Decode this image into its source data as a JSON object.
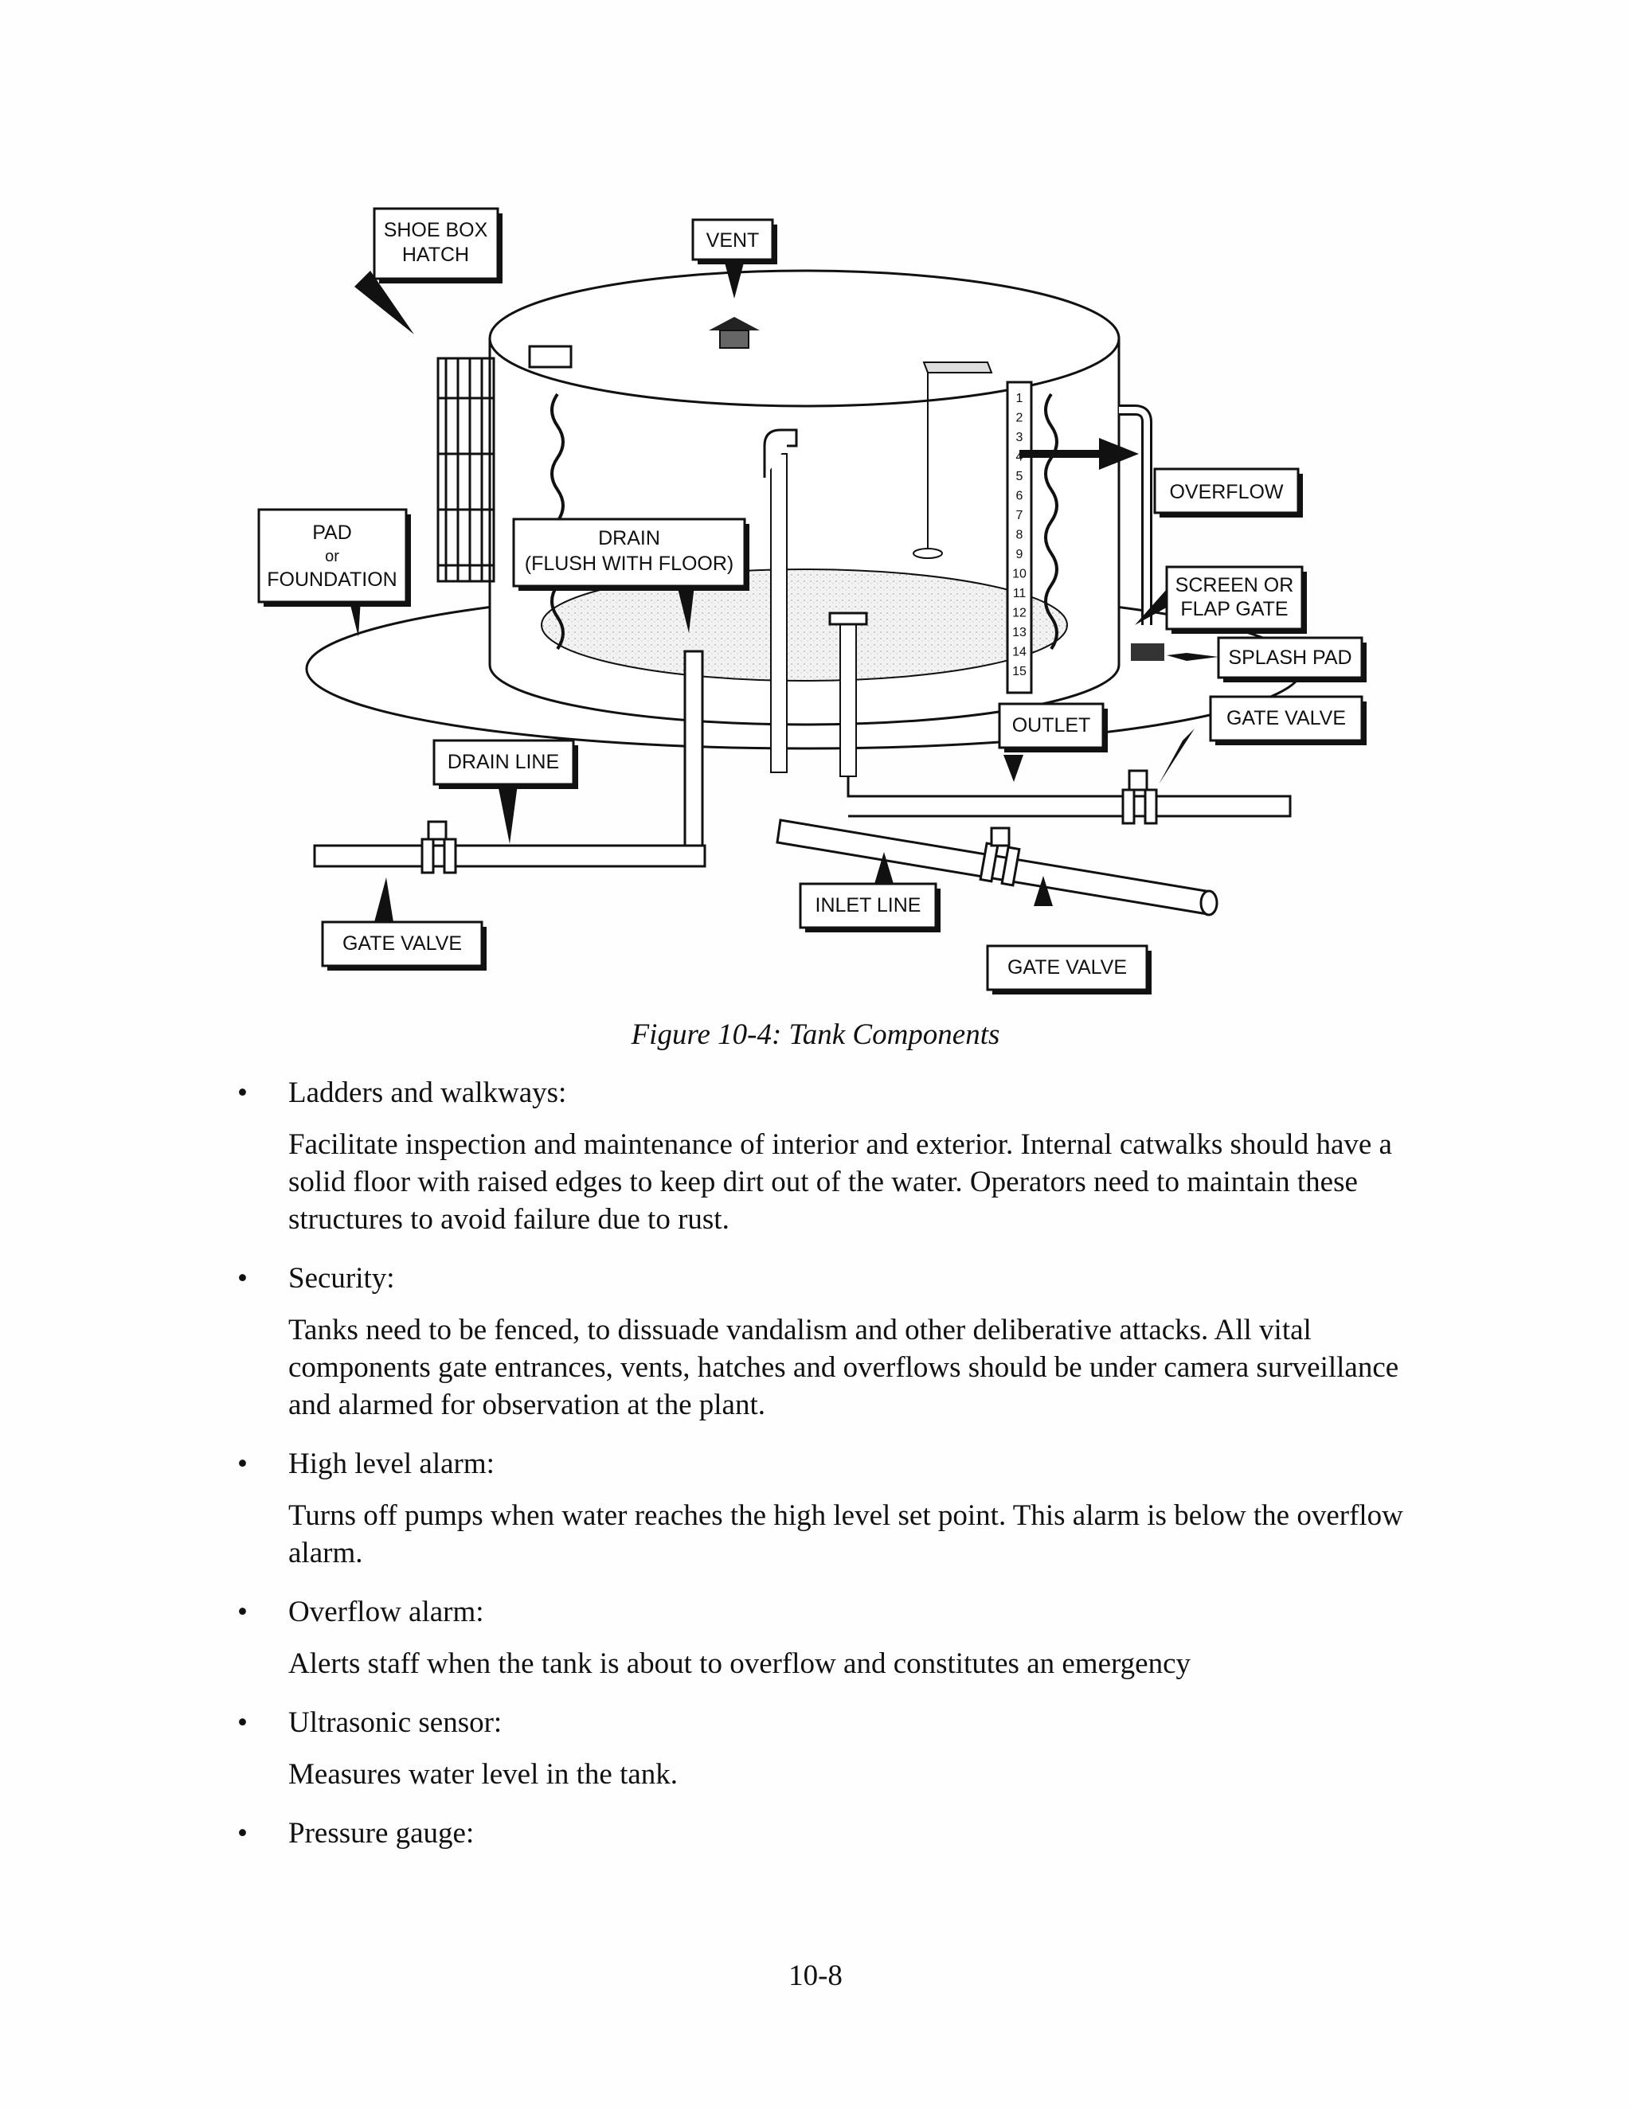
{
  "figure": {
    "labels": {
      "shoe_box_hatch_1": "SHOE BOX",
      "shoe_box_hatch_2": "HATCH",
      "vent": "VENT",
      "overflow": "OVERFLOW",
      "pad_1": "PAD",
      "pad_2": "or",
      "pad_3": "FOUNDATION",
      "drain_1": "DRAIN",
      "drain_2": "(FLUSH WITH FLOOR)",
      "screen_1": "SCREEN OR",
      "screen_2": "FLAP GATE",
      "splash_pad": "SPLASH PAD",
      "gate_valve_right": "GATE VALVE",
      "outlet": "OUTLET",
      "drain_line": "DRAIN LINE",
      "inlet_line": "INLET LINE",
      "gate_valve_left": "GATE VALVE",
      "gate_valve_bottom": "GATE VALVE",
      "gauge_numbers": [
        "1",
        "2",
        "3",
        "4",
        "5",
        "6",
        "7",
        "8",
        "9",
        "10",
        "11",
        "12",
        "13",
        "14",
        "15"
      ]
    },
    "caption": "Figure 10-4: Tank Components"
  },
  "items": [
    {
      "term": "Ladders and walkways:",
      "description": "Facilitate inspection and maintenance of interior and exterior. Internal catwalks should have a solid floor with raised edges to keep dirt out of the water. Operators need to maintain these structures to avoid failure due to rust."
    },
    {
      "term": "Security:",
      "description": "Tanks need to be fenced, to dissuade vandalism and other deliberative attacks.  All vital components gate entrances, vents, hatches and overflows should be under camera surveillance and alarmed for observation at the plant."
    },
    {
      "term": "High level alarm:",
      "description": "Turns off pumps when water reaches the high level set point. This alarm is below the overflow alarm."
    },
    {
      "term": "Overflow alarm:",
      "description": "Alerts staff when the tank is about to overflow and constitutes an emergency"
    },
    {
      "term": "Ultrasonic sensor:",
      "description": "Measures water level in the tank."
    },
    {
      "term": "Pressure gauge:",
      "description": ""
    }
  ],
  "page_number": "10-8"
}
